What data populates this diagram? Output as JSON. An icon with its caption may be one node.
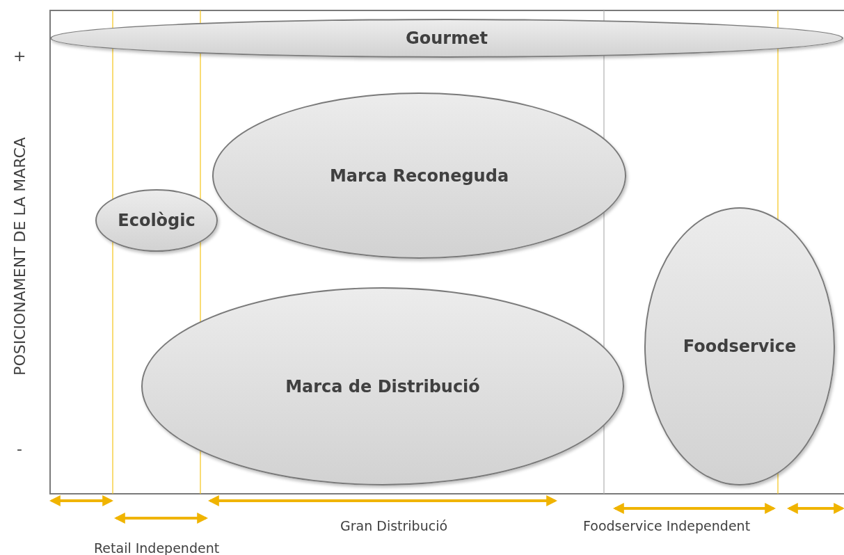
{
  "diagram": {
    "nodes": [
      {
        "text": [
          "Gourmet"
        ]
      },
      {
        "text": [
          "Marca Reconeguda"
        ]
      },
      {
        "text": [
          "Ecològic"
        ]
      },
      {
        "text": [
          "Marca de Distribució"
        ]
      },
      {
        "text": [
          "Foodservice"
        ]
      }
    ],
    "labels": [
      "+",
      "POSICIONAMENT DE LA MARCA",
      "-",
      "Gran Distribució",
      "Foodservice Independent",
      "Retail Independent"
    ]
  }
}
